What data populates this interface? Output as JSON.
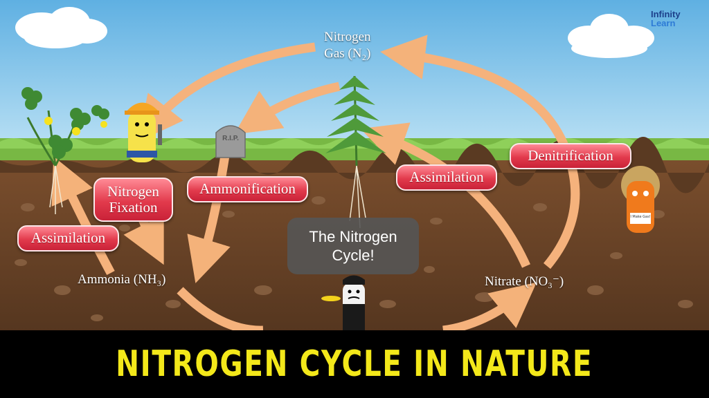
{
  "diagram": {
    "nodes": {
      "nitrogen_gas": {
        "line1": "Nitrogen",
        "line2": "Gas (N₂)"
      },
      "ammonia": {
        "label": "Ammonia (NH₃)"
      },
      "nitrate": {
        "label": "Nitrate (NO₃⁻)"
      }
    },
    "processes": {
      "nitrogen_fixation": "Nitrogen Fixation",
      "ammonification": "Ammonification",
      "assimilation_left": "Assimilation",
      "assimilation_right": "Assimilation",
      "denitrification": "Denitrification"
    },
    "center_text": "The Nitrogen Cycle!",
    "tombstone_text": "R.I.P.",
    "scientist_sign": "I Make Gas!"
  },
  "logo": {
    "line1": "Infinity",
    "line2": "Learn"
  },
  "banner": {
    "title": "NITROGEN CYCLE IN NATURE"
  },
  "colors": {
    "sky": "#8ec7ea",
    "grass": "#6fae3a",
    "soil": "#6b4529",
    "pill": "#e23a4c",
    "arrow": "#f2a460",
    "banner_text": "#f3e81a"
  }
}
